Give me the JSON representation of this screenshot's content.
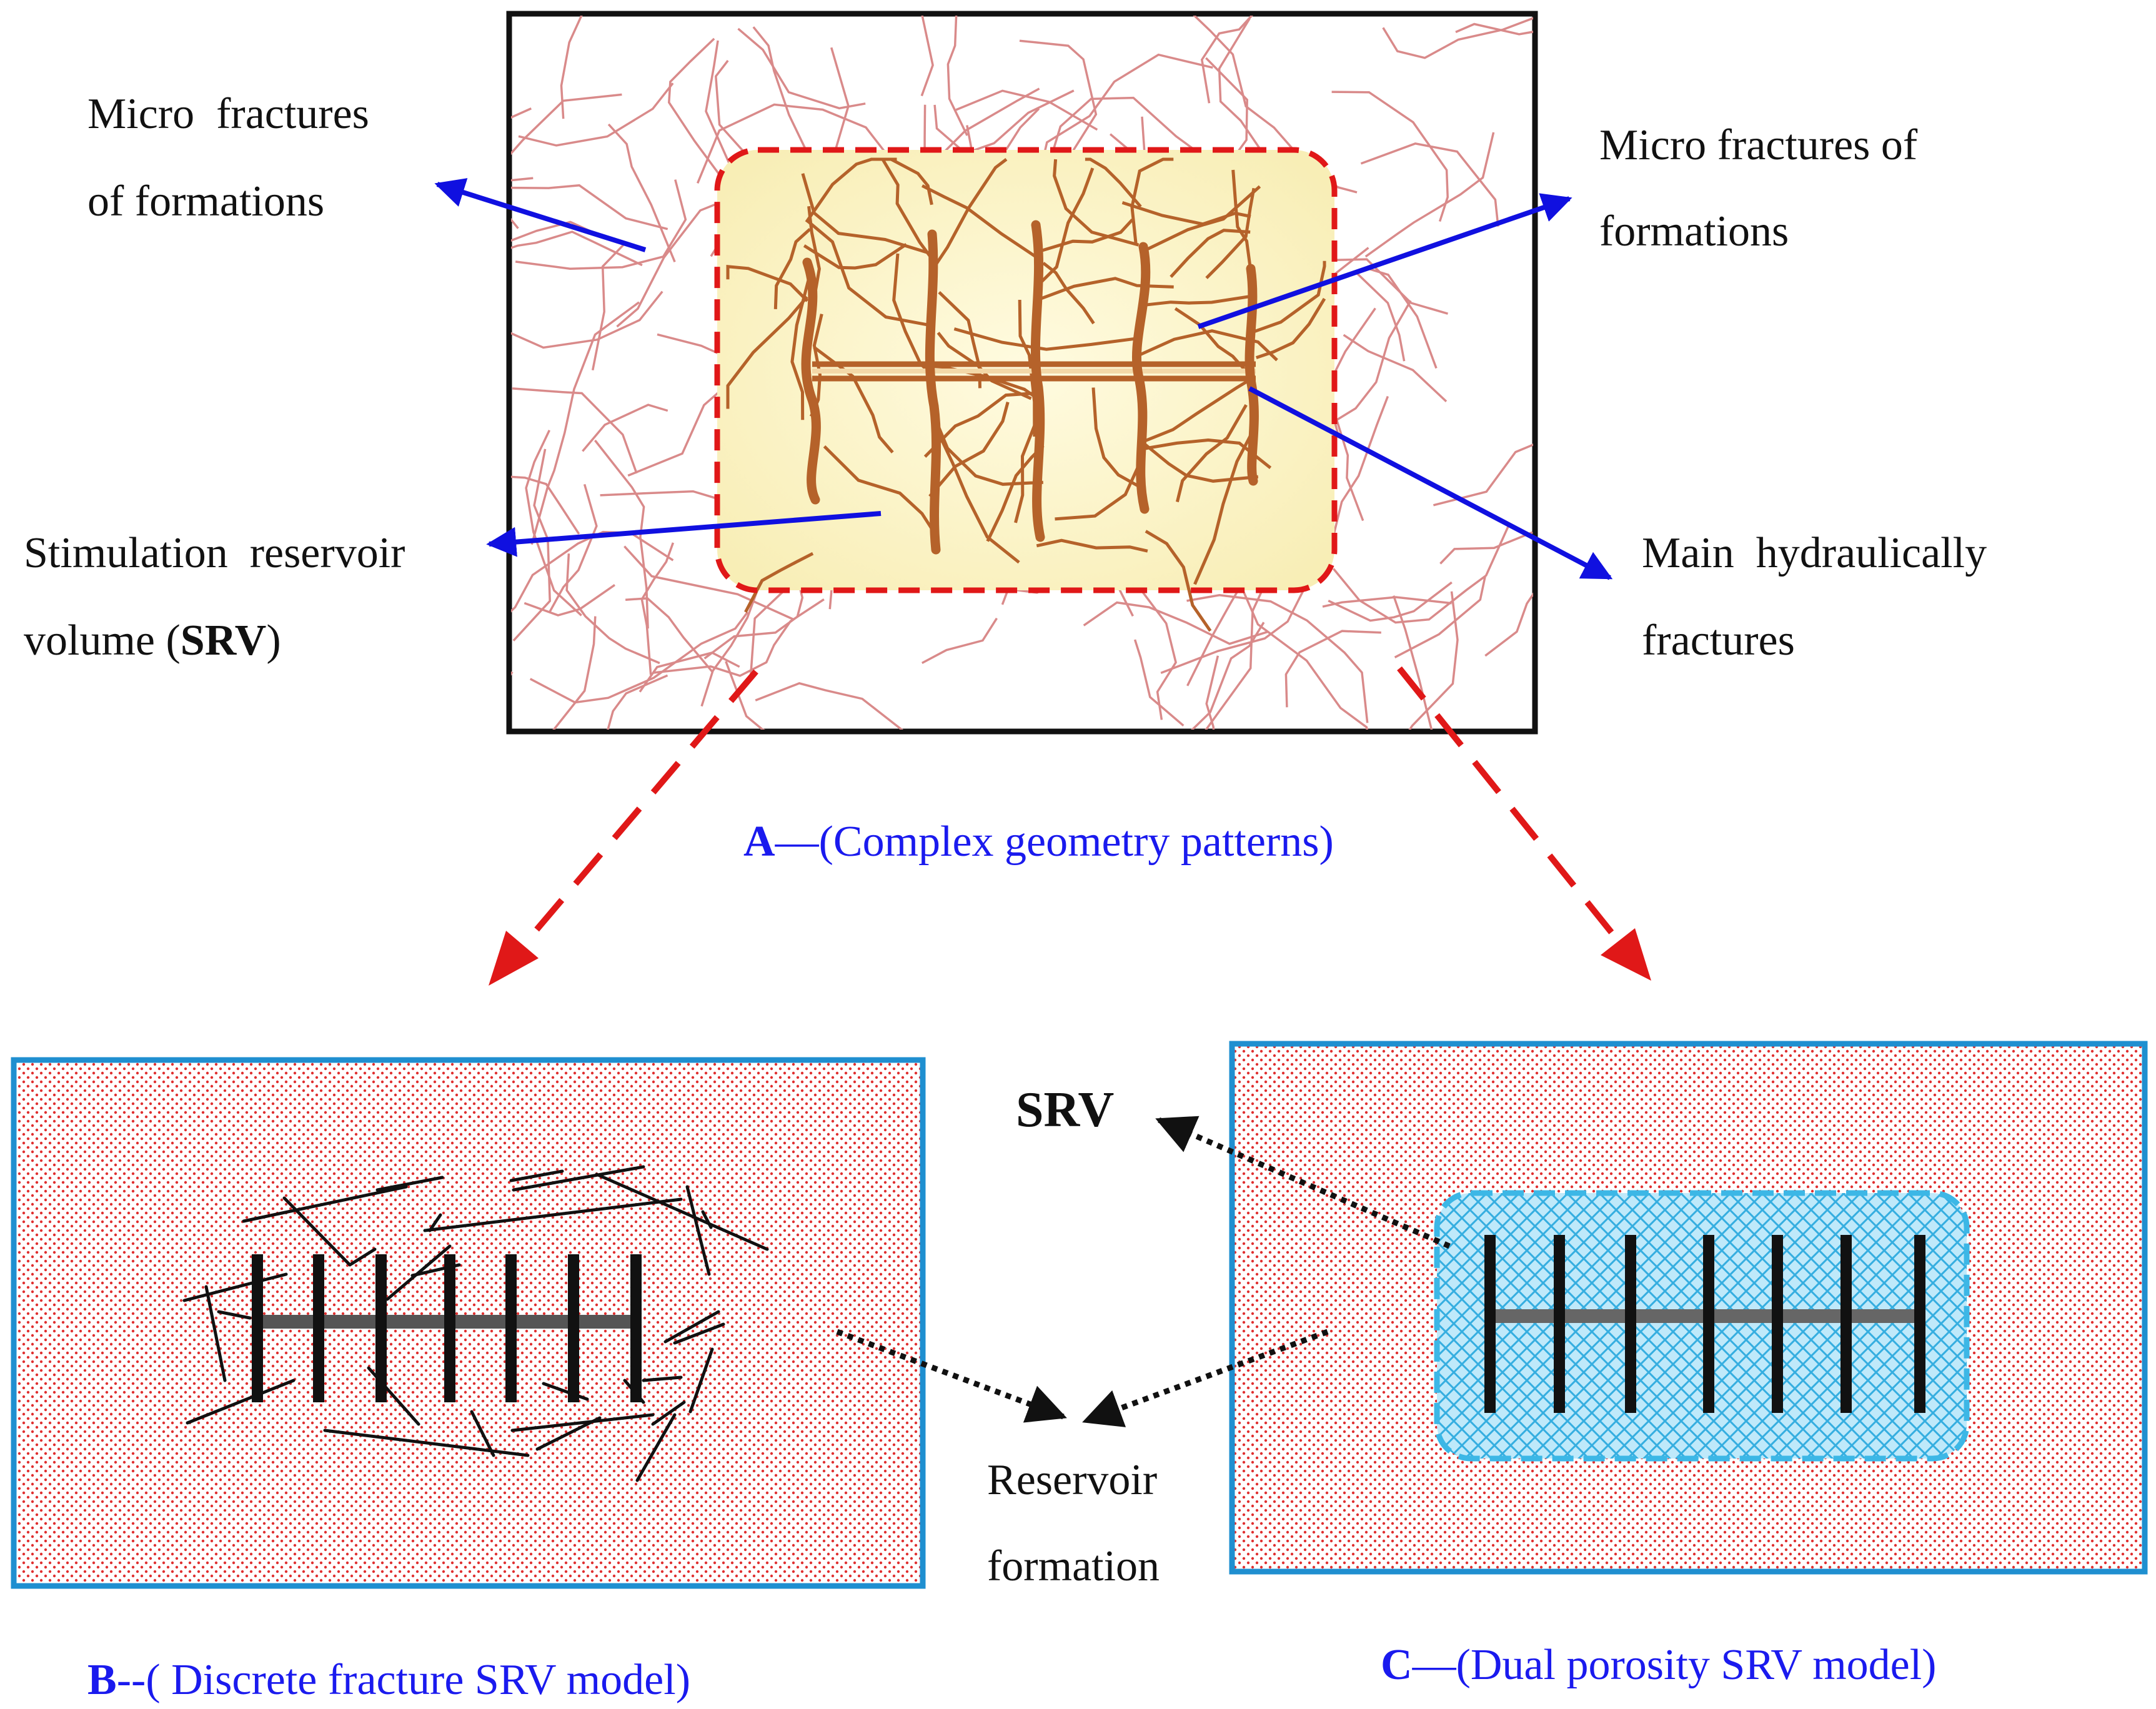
{
  "panel_a": {
    "label_micro_left_line1": "Micro  fractures",
    "label_micro_left_line2": "of formations",
    "label_micro_right_line1": "Micro fractures of",
    "label_micro_right_line2": "formations",
    "label_srv_line1": "Stimulation  reservoir",
    "label_srv_line2_prefix": "volume (",
    "label_srv_line2_bold": "SRV",
    "label_srv_line2_suffix": ")",
    "label_main_line1": "Main  hydraulically",
    "label_main_line2": "fractures",
    "caption_letter": "A",
    "caption_text": "—(Complex geometry patterns)"
  },
  "panel_b": {
    "caption_letter": "B",
    "caption_text": "--( Discrete fracture SRV model)"
  },
  "panel_c": {
    "srv_label": "SRV",
    "caption_letter": "C",
    "caption_text": "—(Dual porosity SRV model)"
  },
  "shared": {
    "reservoir_line1": "Reservoir",
    "reservoir_line2": "formation"
  },
  "colors": {
    "arrow_blue": "#1010e0",
    "caption_blue": "#1a1aee",
    "dashed_red": "#e01818",
    "main_fracture_brown": "#b5622a",
    "micro_fracture_red": "#d98a8a",
    "srv_fill_yellow": "#fbf2c2",
    "panel_border_blue": "#1f8fd0",
    "srv_dual_cyan": "#3cb7e6",
    "dot_red": "#e03030"
  }
}
